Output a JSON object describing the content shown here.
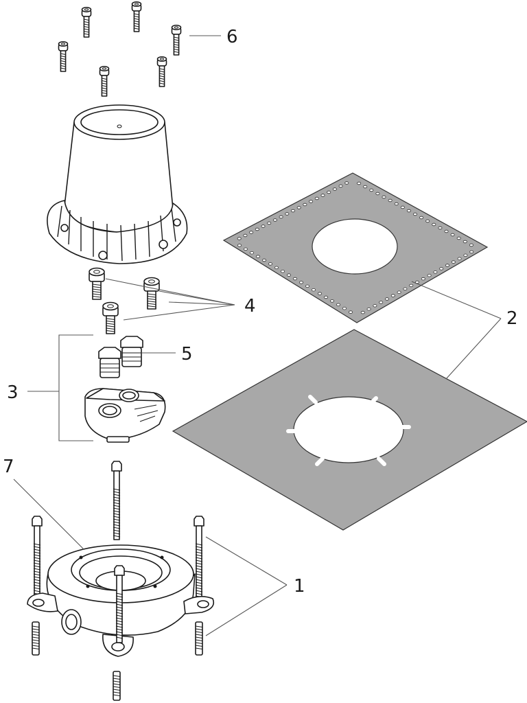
{
  "diagram": {
    "type": "exploded-parts-view",
    "callouts": [
      {
        "id": "1",
        "label": "1"
      },
      {
        "id": "2",
        "label": "2"
      },
      {
        "id": "3",
        "label": "3"
      },
      {
        "id": "4",
        "label": "4"
      },
      {
        "id": "5",
        "label": "5"
      },
      {
        "id": "6",
        "label": "6"
      },
      {
        "id": "7",
        "label": "7"
      }
    ],
    "colors": {
      "ink": "#1a1a1a",
      "sheet_fill": "#a8a8a8",
      "background": "#ffffff"
    }
  }
}
